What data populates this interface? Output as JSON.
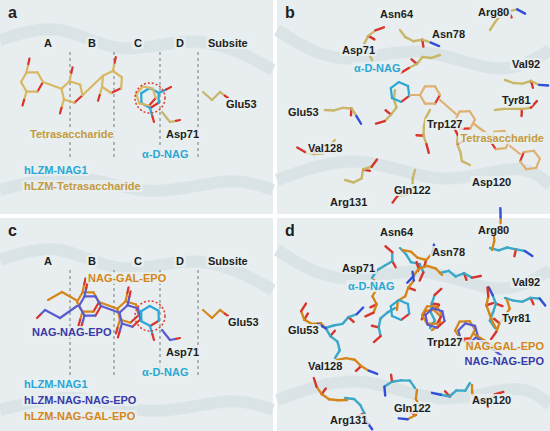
{
  "diagram": {
    "labels": [
      "a",
      "A",
      "B",
      "C",
      "D",
      "Subsite",
      "Tetrasaccharide",
      "Glu53",
      "Asp71",
      "α-D-NAG",
      "hLZM-NAG1",
      "hLZM-Tetrasaccharide",
      "b",
      "Asn64",
      "Arg80",
      "Asn78",
      "Asp71",
      "Val92",
      "α-D-NAG",
      "Tyr81",
      "Glu53",
      "Trp127",
      "Val128",
      "Tetrasaccharide",
      "Asp120",
      "Gln122",
      "Arg131",
      "c",
      "A",
      "B",
      "C",
      "D",
      "Subsite",
      "NAG-GAL-EPO",
      "Glu53",
      "NAG-NAG-EPO",
      "Asp71",
      "α-D-NAG",
      "hLZM-NAG1",
      "hLZM-NAG-NAG-EPO",
      "hLZM-NAG-GAL-EPO",
      "d",
      "Asn64",
      "Arg80",
      "Asn78",
      "Asp71",
      "Val92",
      "α-D-NAG",
      "Tyr81",
      "Glu53",
      "Trp127",
      "NAG-GAL-EPO",
      "NAG-NAG-EPO",
      "Val128",
      "Gln122",
      "Asp120",
      "Arg131"
    ]
  }
}
